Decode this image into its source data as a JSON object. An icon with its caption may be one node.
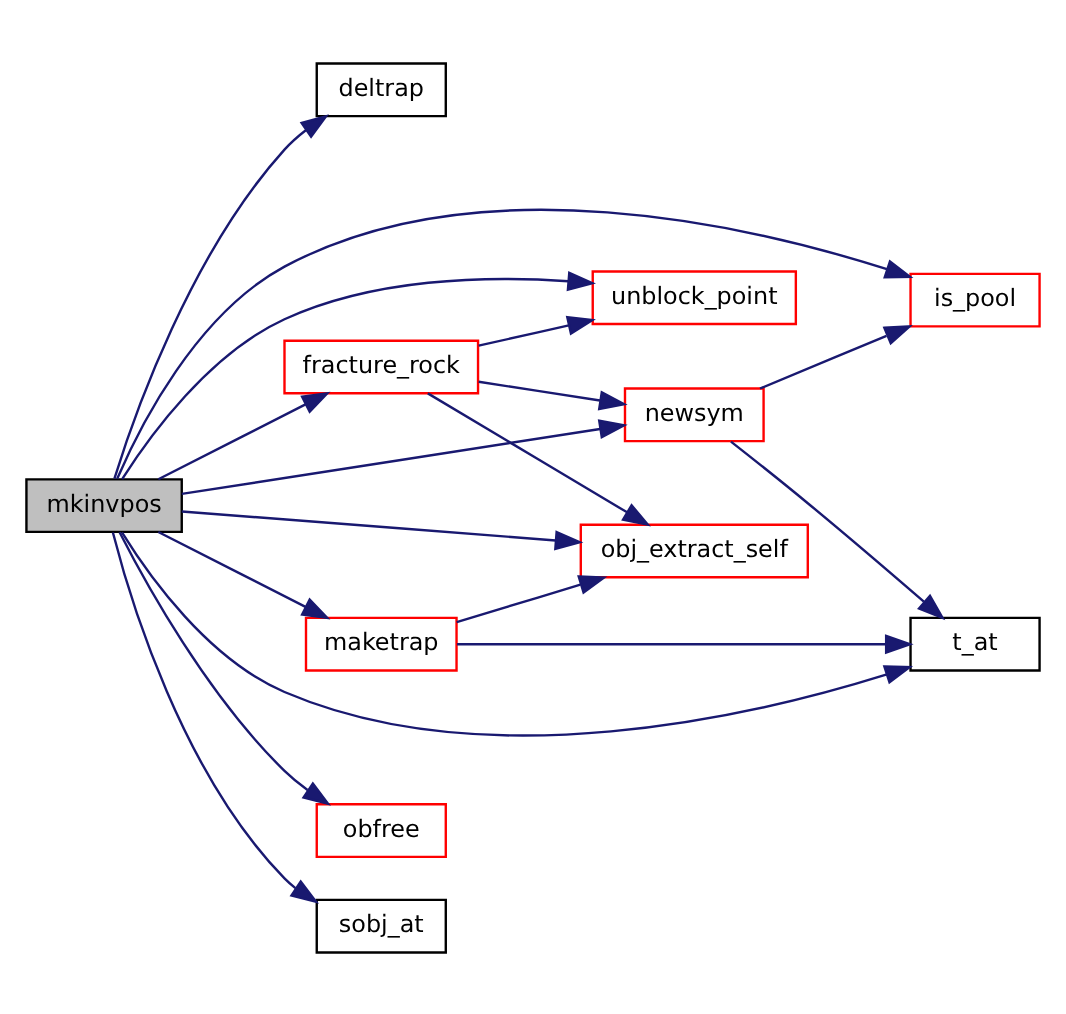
{
  "diagram": {
    "nodes": [
      {
        "text": [
          "mkinvpos"
        ]
      },
      {
        "text": [
          "deltrap"
        ]
      },
      {
        "text": [
          "fracture_rock"
        ]
      },
      {
        "text": [
          "unblock_point"
        ]
      },
      {
        "text": [
          "is_pool"
        ]
      },
      {
        "text": [
          "newsym"
        ]
      },
      {
        "text": [
          "obj_extract_self"
        ]
      },
      {
        "text": [
          "maketrap"
        ]
      },
      {
        "text": [
          "t_at"
        ]
      },
      {
        "text": [
          "obfree"
        ]
      },
      {
        "text": [
          "sobj_at"
        ]
      }
    ],
    "edges": [
      {
        "from": 0,
        "to": 1,
        "arrow": "to"
      },
      {
        "from": 0,
        "to": 4,
        "arrow": "to"
      },
      {
        "from": 0,
        "to": 3,
        "arrow": "to"
      },
      {
        "from": 0,
        "to": 2,
        "arrow": "to"
      },
      {
        "from": 0,
        "to": 5,
        "arrow": "to"
      },
      {
        "from": 0,
        "to": 6,
        "arrow": "to"
      },
      {
        "from": 0,
        "to": 7,
        "arrow": "to"
      },
      {
        "from": 0,
        "to": 8,
        "arrow": "to"
      },
      {
        "from": 0,
        "to": 9,
        "arrow": "to"
      },
      {
        "from": 0,
        "to": 10,
        "arrow": "to"
      },
      {
        "from": 2,
        "to": 3,
        "arrow": "to"
      },
      {
        "from": 2,
        "to": 5,
        "arrow": "to"
      },
      {
        "from": 2,
        "to": 6,
        "arrow": "to"
      },
      {
        "from": 5,
        "to": 4,
        "arrow": "to"
      },
      {
        "from": 5,
        "to": 8,
        "arrow": "to"
      },
      {
        "from": 7,
        "to": 6,
        "arrow": "to"
      },
      {
        "from": 7,
        "to": 8,
        "arrow": "to"
      }
    ]
  }
}
